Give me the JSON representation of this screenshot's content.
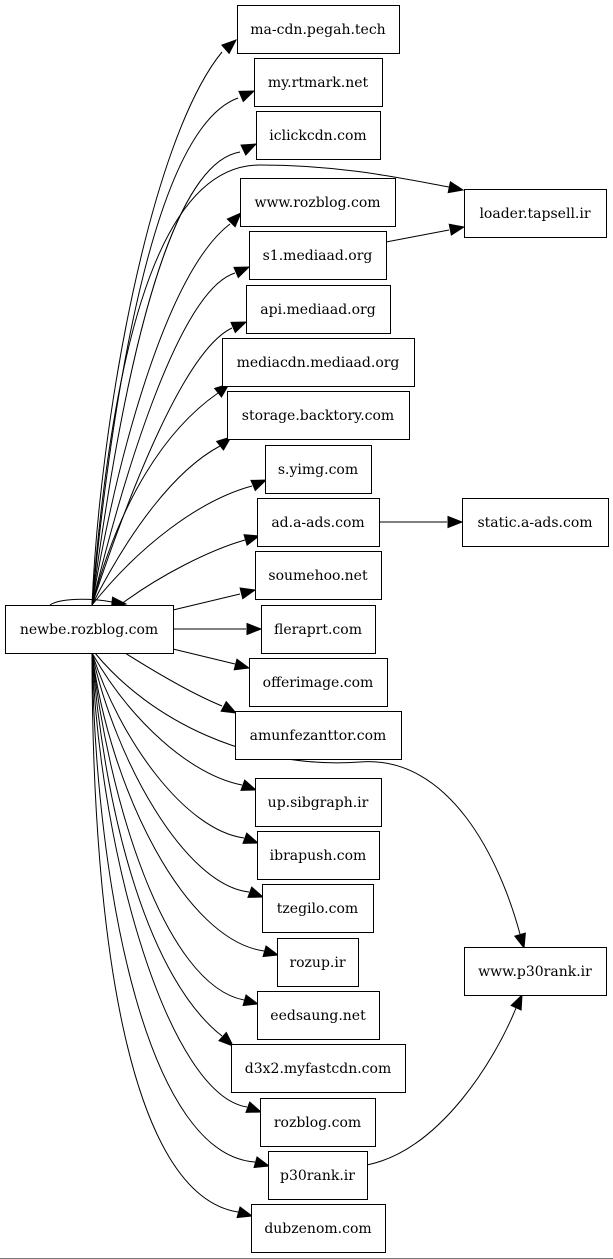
{
  "graph": {
    "root": "newbe.rozblog.com",
    "nodes": [
      {
        "id": "newbe",
        "label": "newbe.rozblog.com"
      },
      {
        "id": "pegah",
        "label": "ma-cdn.pegah.tech"
      },
      {
        "id": "rtmark",
        "label": "my.rtmark.net"
      },
      {
        "id": "iclick",
        "label": "iclickcdn.com"
      },
      {
        "id": "wwwrozblog",
        "label": "www.rozblog.com"
      },
      {
        "id": "s1mediaad",
        "label": "s1.mediaad.org"
      },
      {
        "id": "apimediaad",
        "label": "api.mediaad.org"
      },
      {
        "id": "mediacdn",
        "label": "mediacdn.mediaad.org"
      },
      {
        "id": "backtory",
        "label": "storage.backtory.com"
      },
      {
        "id": "yimg",
        "label": "s.yimg.com"
      },
      {
        "id": "aads",
        "label": "ad.a-ads.com"
      },
      {
        "id": "soumehoo",
        "label": "soumehoo.net"
      },
      {
        "id": "fleraprt",
        "label": "fleraprt.com"
      },
      {
        "id": "offerimage",
        "label": "offerimage.com"
      },
      {
        "id": "amunfezanttor",
        "label": "amunfezanttor.com"
      },
      {
        "id": "sibgraph",
        "label": "up.sibgraph.ir"
      },
      {
        "id": "ibrapush",
        "label": "ibrapush.com"
      },
      {
        "id": "tzegilo",
        "label": "tzegilo.com"
      },
      {
        "id": "rozup",
        "label": "rozup.ir"
      },
      {
        "id": "eedsaung",
        "label": "eedsaung.net"
      },
      {
        "id": "myfastcdn",
        "label": "d3x2.myfastcdn.com"
      },
      {
        "id": "rozblog",
        "label": "rozblog.com"
      },
      {
        "id": "p30rank",
        "label": "p30rank.ir"
      },
      {
        "id": "dubzenom",
        "label": "dubzenom.com"
      },
      {
        "id": "tapsell",
        "label": "loader.tapsell.ir"
      },
      {
        "id": "staticaads",
        "label": "static.a-ads.com"
      },
      {
        "id": "wwwp30rank",
        "label": "www.p30rank.ir"
      }
    ],
    "edges": [
      {
        "from": "newbe",
        "to": "newbe"
      },
      {
        "from": "newbe",
        "to": "pegah"
      },
      {
        "from": "newbe",
        "to": "rtmark"
      },
      {
        "from": "newbe",
        "to": "iclick"
      },
      {
        "from": "newbe",
        "to": "tapsell"
      },
      {
        "from": "newbe",
        "to": "wwwrozblog"
      },
      {
        "from": "newbe",
        "to": "s1mediaad"
      },
      {
        "from": "newbe",
        "to": "apimediaad"
      },
      {
        "from": "newbe",
        "to": "mediacdn"
      },
      {
        "from": "newbe",
        "to": "backtory"
      },
      {
        "from": "newbe",
        "to": "yimg"
      },
      {
        "from": "newbe",
        "to": "aads"
      },
      {
        "from": "newbe",
        "to": "soumehoo"
      },
      {
        "from": "newbe",
        "to": "fleraprt"
      },
      {
        "from": "newbe",
        "to": "offerimage"
      },
      {
        "from": "newbe",
        "to": "amunfezanttor"
      },
      {
        "from": "newbe",
        "to": "wwwp30rank"
      },
      {
        "from": "newbe",
        "to": "sibgraph"
      },
      {
        "from": "newbe",
        "to": "ibrapush"
      },
      {
        "from": "newbe",
        "to": "tzegilo"
      },
      {
        "from": "newbe",
        "to": "rozup"
      },
      {
        "from": "newbe",
        "to": "eedsaung"
      },
      {
        "from": "newbe",
        "to": "myfastcdn"
      },
      {
        "from": "newbe",
        "to": "rozblog"
      },
      {
        "from": "newbe",
        "to": "p30rank"
      },
      {
        "from": "newbe",
        "to": "dubzenom"
      },
      {
        "from": "s1mediaad",
        "to": "tapsell"
      },
      {
        "from": "aads",
        "to": "staticaads"
      },
      {
        "from": "p30rank",
        "to": "wwwp30rank"
      }
    ]
  }
}
